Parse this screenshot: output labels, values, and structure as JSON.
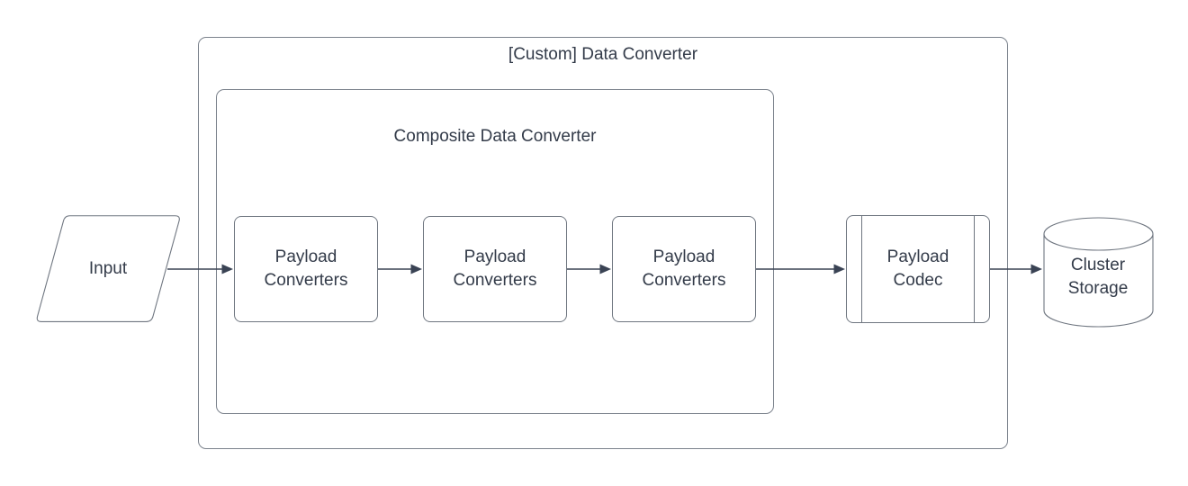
{
  "diagram": {
    "title": "[Custom] Data Converter",
    "composite": {
      "label": "Composite Data Converter"
    },
    "nodes": {
      "input": {
        "label": "Input",
        "shape": "parallelogram"
      },
      "payload_converter_1": {
        "label": "Payload Converters",
        "shape": "rounded-rect"
      },
      "payload_converter_2": {
        "label": "Payload Converters",
        "shape": "rounded-rect"
      },
      "payload_converter_3": {
        "label": "Payload Converters",
        "shape": "rounded-rect"
      },
      "payload_codec": {
        "label": "Payload Codec",
        "shape": "predefined-process"
      },
      "cluster_storage": {
        "label": "Cluster Storage",
        "shape": "cylinder"
      }
    },
    "edges": [
      {
        "from": "input",
        "to": "payload_converter_1"
      },
      {
        "from": "payload_converter_1",
        "to": "payload_converter_2"
      },
      {
        "from": "payload_converter_2",
        "to": "payload_converter_3"
      },
      {
        "from": "payload_converter_3",
        "to": "payload_codec"
      },
      {
        "from": "payload_codec",
        "to": "cluster_storage"
      }
    ],
    "colors": {
      "background": "#ffffff",
      "container_stroke": "#7b828c",
      "shape_stroke": "#6f7680",
      "arrow": "#3a4354",
      "text": "#333b49"
    }
  }
}
